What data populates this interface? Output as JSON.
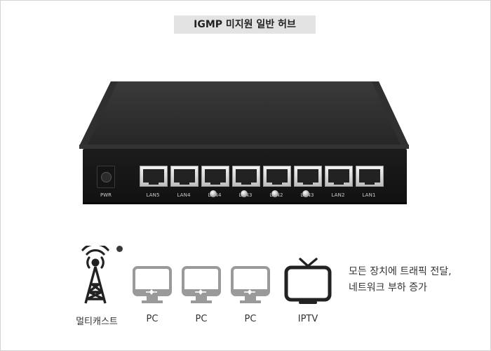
{
  "title": "IGMP 미지원 일반 허브",
  "device": {
    "power_label": "PWR",
    "ports": [
      {
        "label": "LAN5",
        "led_on": false
      },
      {
        "label": "LAN4",
        "led_on": false
      },
      {
        "label": "LAN4",
        "led_on": true
      },
      {
        "label": "LAN3",
        "led_on": true
      },
      {
        "label": "LAN2",
        "led_on": true
      },
      {
        "label": "LAN3",
        "led_on": true
      },
      {
        "label": "LAN2",
        "led_on": false
      },
      {
        "label": "LAN1",
        "led_on": false
      }
    ]
  },
  "clients": {
    "multicast_label": "멀티캐스트",
    "pc1_label": "PC",
    "pc2_label": "PC",
    "pc3_label": "PC",
    "iptv_label": "IPTV"
  },
  "description": {
    "line1": "모든 장치에 트래픽 전달,",
    "line2": "네트워크 부하 증가"
  },
  "colors": {
    "badge_bg": "#e3e3e3",
    "device_body": "#2a2a2a",
    "icon_dark": "#222222",
    "icon_gray": "#9a9a9a"
  }
}
